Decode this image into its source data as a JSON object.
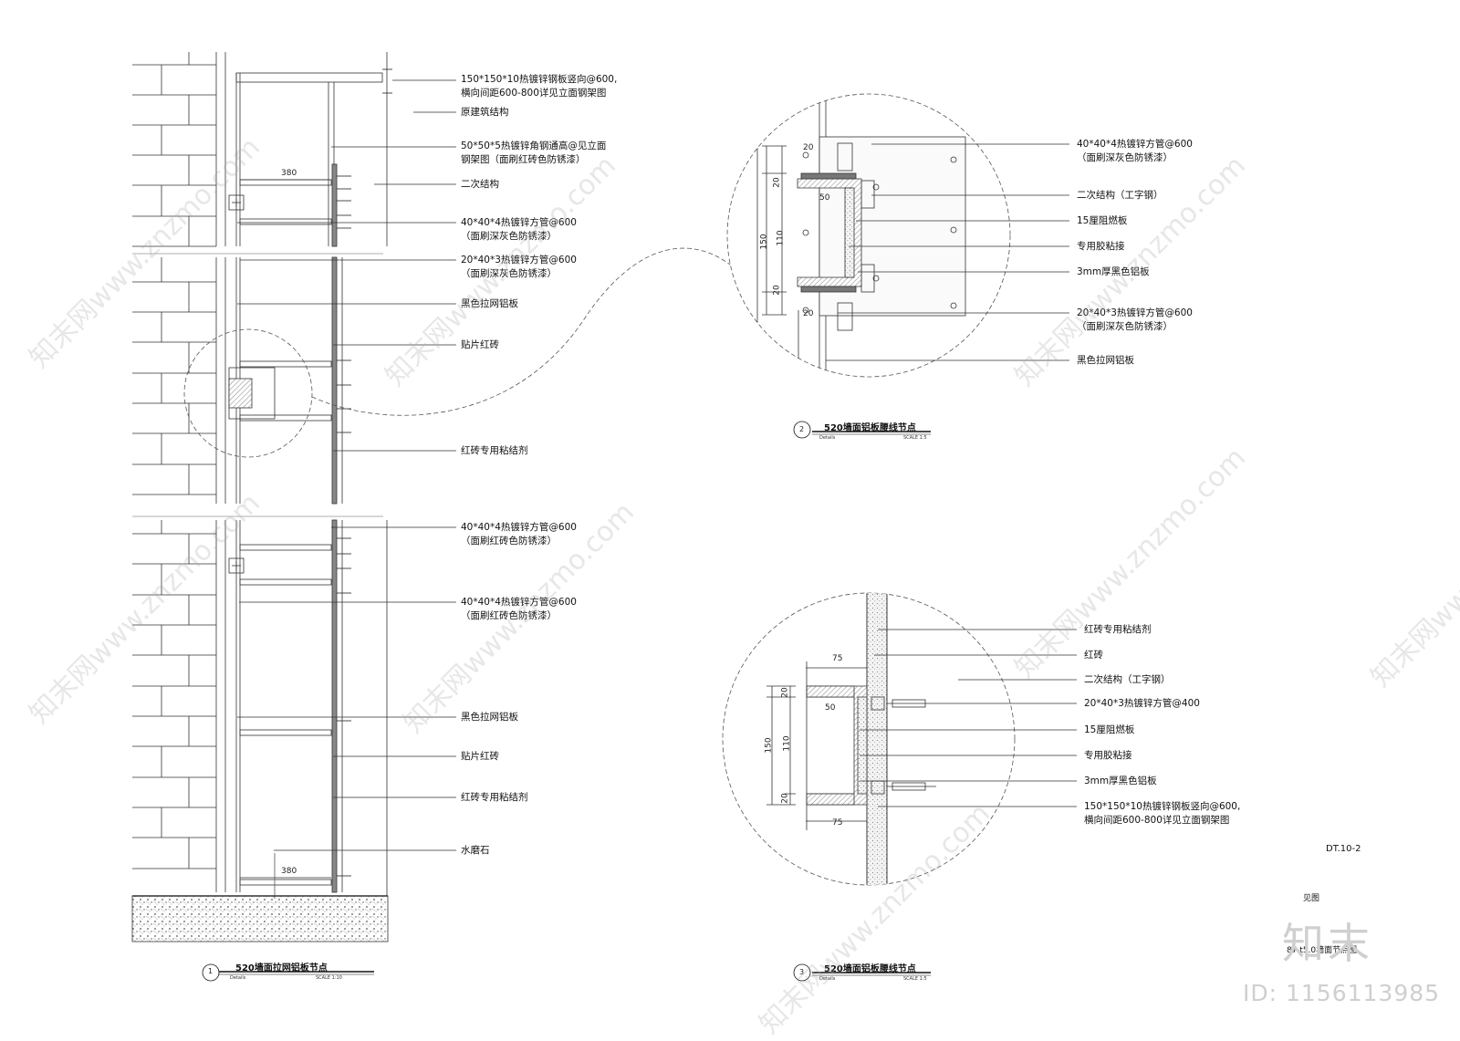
{
  "detail1": {
    "labels": [
      "150*150*10热镀锌钢板竖向@600,",
      "横向间距600-800详见立面钢架图",
      "原建筑结构",
      "50*50*5热镀锌角钢通高@见立面",
      "钢架图（面刷红砖色防锈漆）",
      "二次结构",
      "40*40*4热镀锌方管@600",
      "（面刷深灰色防锈漆）",
      "20*40*3热镀锌方管@600",
      "（面刷深灰色防锈漆）",
      "黑色拉网铝板",
      "贴片红砖",
      "红砖专用粘结剂",
      "40*40*4热镀锌方管@600",
      "（面刷红砖色防锈漆）",
      "40*40*4热镀锌方管@600",
      "（面刷红砖色防锈漆）",
      "黑色拉网铝板",
      "贴片红砖",
      "红砖专用粘结剂",
      "水磨石"
    ],
    "dims": [
      "380",
      "380"
    ],
    "number": "1",
    "title": "520墙面拉网铝板节点",
    "sub_left": "Details",
    "scale": "SCALE 1:10"
  },
  "detail2": {
    "labels": [
      "40*40*4热镀锌方管@600",
      "（面刷深灰色防锈漆）",
      "二次结构（工字钢）",
      "15厘阻燃板",
      "专用胶粘接",
      "3mm厚黑色铝板",
      "20*40*3热镀锌方管@600",
      "（面刷深灰色防锈漆）",
      "黑色拉网铝板"
    ],
    "dims": [
      "20",
      "20",
      "50",
      "150",
      "110",
      "20",
      "20"
    ],
    "number": "2",
    "title": "520墙面铝板腰线节点",
    "sub_left": "Details",
    "scale": "SCALE 1:5"
  },
  "detail3": {
    "labels": [
      "红砖专用粘结剂",
      "红砖",
      "二次结构（工字钢）",
      "20*40*3热镀锌方管@400",
      "15厘阻燃板",
      "专用胶粘接",
      "3mm厚黑色铝板",
      "150*150*10热镀锌钢板竖向@600,",
      "横向间距600-800详见立面钢架图"
    ],
    "dims": [
      "75",
      "20",
      "50",
      "150",
      "110",
      "20",
      "75"
    ],
    "number": "3",
    "title": "520墙面铝板腰线节点",
    "sub_left": "Details",
    "scale": "SCALE 1:5"
  },
  "sheet": {
    "code": "DT.10-2",
    "caption1": "见图",
    "caption2": "87  t5.0墙面节点图"
  },
  "watermark": {
    "logo": "知末",
    "id": "ID: 1156113985",
    "site": "知末网www.znzmo.com"
  },
  "colors": {
    "line": "#222222",
    "hatch": "#555555",
    "watermark": "#cccccc"
  }
}
